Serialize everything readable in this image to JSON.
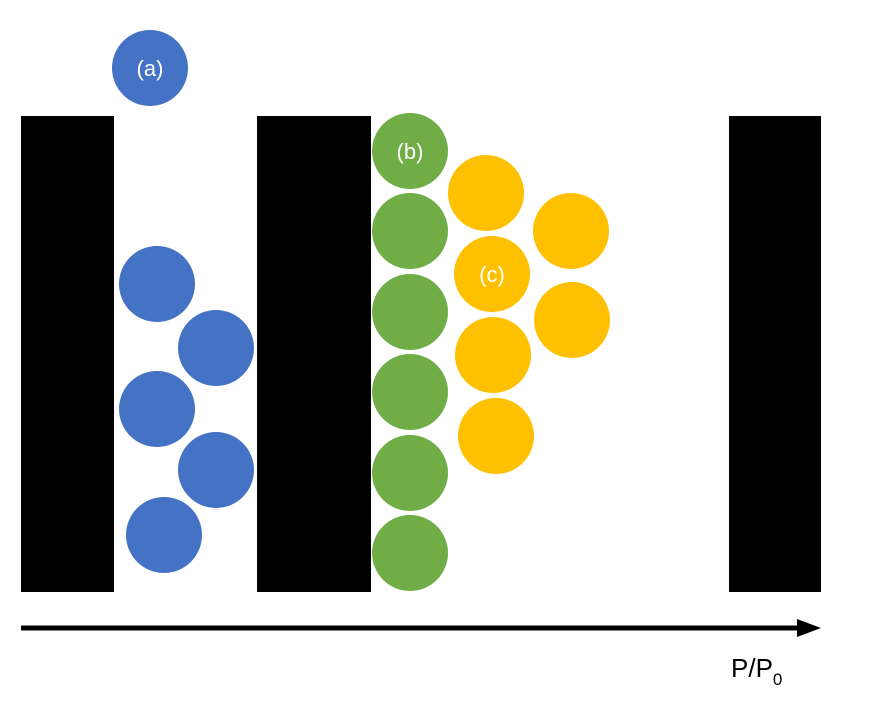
{
  "colors": {
    "wall": "#000000",
    "blue": "#4472C4",
    "green": "#70AD47",
    "orange": "#FFC000",
    "label": "#FFFFFF",
    "axis": "#000000"
  },
  "labels": {
    "a": "(a)",
    "b": "(b)",
    "c": "(c)"
  },
  "axis": {
    "label_main": "P/P",
    "label_sub": "0"
  }
}
